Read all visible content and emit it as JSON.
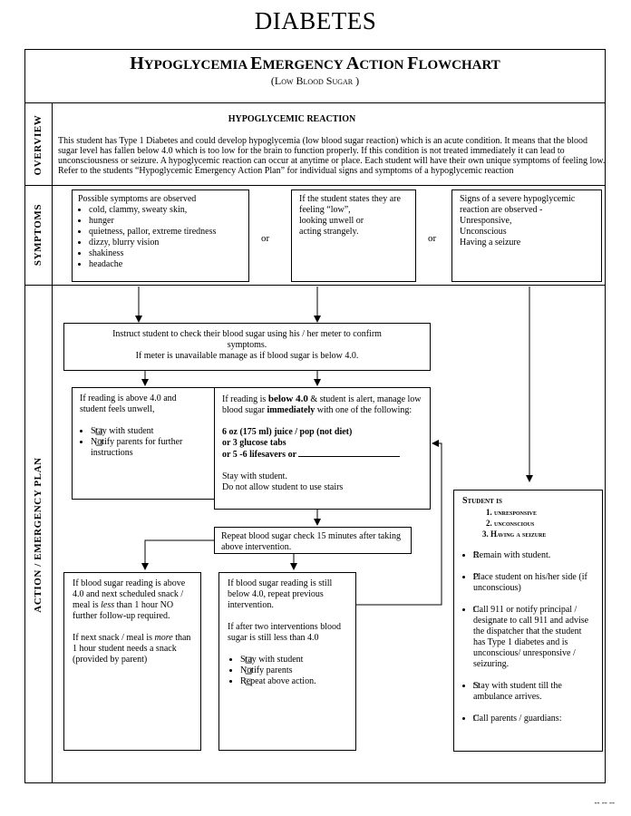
{
  "page_title": "DIABETES",
  "flowchart": {
    "title_cap_1": "H",
    "title_rest_1": "YPOGLYCEMIA ",
    "title_cap_2": "E",
    "title_rest_2": "MERGENCY ",
    "title_cap_3": "A",
    "title_rest_3": "CTION ",
    "title_cap_4": "F",
    "title_rest_4": "LOWCHART",
    "subtitle": "(Low Blood Sugar )"
  },
  "sections": {
    "overview": "OVERVIEW",
    "symptoms": "SYMPTOMS",
    "action": "ACTION / EMERGENCY PLAN"
  },
  "overview": {
    "heading": "HYPOGLYCEMIC REACTION",
    "text": "This student has Type 1 Diabetes and could develop hypoglycemia (low blood sugar reaction) which is an acute condition.  It means that the blood sugar level has fallen below 4.0 which is too low for the brain to function properly.  If this condition is not treated immediately it can lead to unconsciousness or seizure.  A hypoglycemic reaction can occur at anytime or place.  Each student will have their own unique symptoms of feeling low.  Refer  to the students “Hypoglycemic Emergency Action Plan” for individual signs and symptoms of a hypoglycemic reaction"
  },
  "symptoms": {
    "box1_intro": "Possible symptoms are observed",
    "box1_items": [
      "cold, clammy, sweaty skin,",
      "hunger",
      "quietness, pallor, extreme tiredness",
      "dizzy, blurry vision",
      "shakiness",
      "headache"
    ],
    "or_1": "or",
    "box2_l1": "If the student states they are",
    "box2_l2": "feeling “low”,",
    "box2_l3": "looking unwell or",
    "box2_l4": "acting  strangely.",
    "or_2": "or",
    "box3_l1": "Signs of a severe hypoglycemic",
    "box3_l2": "reaction are observed -",
    "box3_l3": "Unresponsive,",
    "box3_l4": "Unconscious",
    "box3_l5": "Having a seizure"
  },
  "action": {
    "check_l1": "Instruct student to check their blood sugar using his / her meter to confirm",
    "check_l2": "symptoms.",
    "check_l3": "If meter is unavailable manage as if blood sugar is below 4.0.",
    "above_l1": "If reading is above 4.0 and",
    "above_l2": "student feels unwell,",
    "above_items": [
      "Stay with student",
      "Notify parents for further  instructions"
    ],
    "below_p1": "If reading is ",
    "below_p1_bold": "below 4.0",
    "below_p1_rest": " & student is alert, manage low blood sugar ",
    "below_p1_bold2": "immediately",
    "below_p1_end": " with one of the following:",
    "treat_1": "6 oz (175 ml) juice / pop (not diet)",
    "treat_2": "or 3 glucose tabs",
    "treat_3": "or 5 -6 lifesavers or",
    "stay_l1": "Stay with student.",
    "stay_l2": "Do not allow student to use stairs",
    "repeat_l1": "Repeat blood sugar check 15 minutes after taking",
    "repeat_l2": "above intervention.",
    "above2_p1": "If blood sugar reading is above 4.0 and next scheduled snack / meal is ",
    "above2_em": "less",
    "above2_p1_end": " than 1 hour NO further follow-up required.",
    "above2_p2": "If next snack / meal is ",
    "above2_em2": "more",
    "above2_p2_end": " than 1 hour student needs a snack (provided by parent)",
    "still_p1": "If blood sugar reading is still below 4.0, repeat previous intervention.",
    "still_p2": "If after two interventions blood sugar is still less than 4.0",
    "still_items": [
      "Stay with student",
      "Notify parents",
      "Repeat above action."
    ],
    "severe_heading": "Student is",
    "severe_list": [
      "1. unresponsive",
      "2. unconscious",
      "3. Having a seizure"
    ],
    "severe_items": [
      "Remain with student.",
      "Place student on his/her side (if unconscious)",
      "Call 911 or notify principal / designate to call 911 and advise the dispatcher that the student has Type 1 diabetes and is unconscious/ unresponsive / seizuring.",
      "Stay with student till the ambulance arrives.",
      "Call parents / guardians:"
    ]
  },
  "footer": "-- -- --"
}
